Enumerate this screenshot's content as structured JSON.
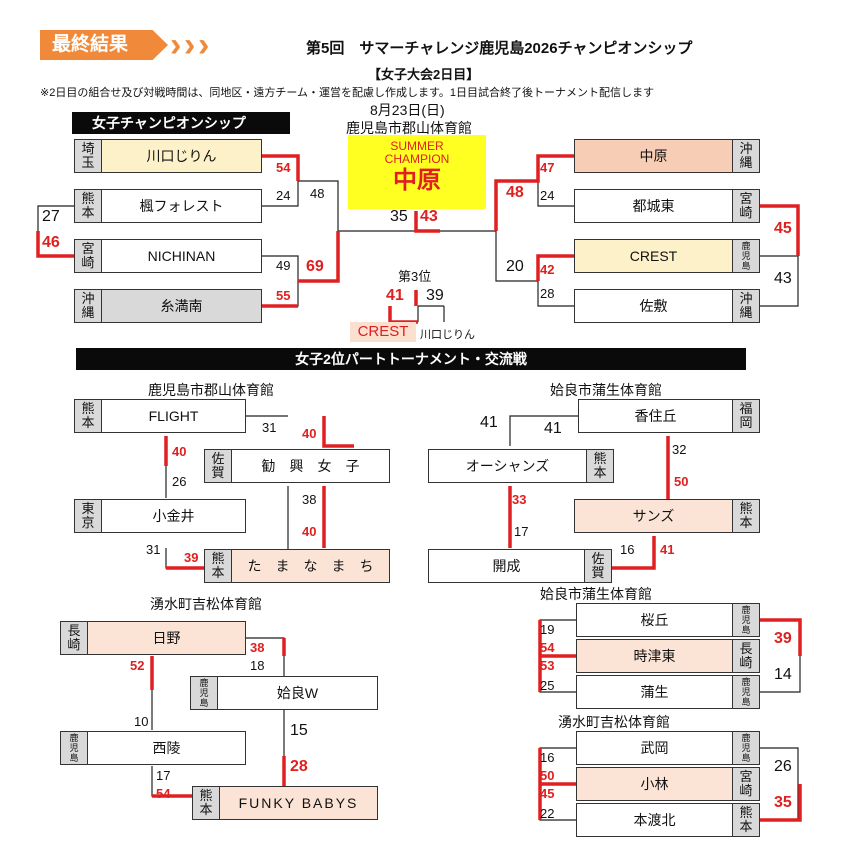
{
  "badge": "最終結果",
  "title": "第5回　サマーチャレンジ鹿児島2026チャンピオンシップ",
  "subtitle": "【女子大会2日目】",
  "notice": "※2日目の組合せ及び対戦時間は、同地区・遠方チーム・運営を配慮し作成します。1日目試合終了後トーナメント配信します",
  "date": "8月23日(日)",
  "venue_main": "鹿児島市郡山体育館",
  "section1": "女子チャンピオンシップ",
  "section2": "女子2位パートトーナメント・交流戦",
  "champion": {
    "label1": "SUMMER",
    "label2": "CHAMPION",
    "team": "中原"
  },
  "final_scores": {
    "left": "35",
    "right": "43"
  },
  "third_place": {
    "label": "第3位",
    "left_score": "41",
    "right_score": "39",
    "winner": "CREST",
    "loser": "川口じりん"
  },
  "left_bracket": {
    "teams": [
      {
        "pref": "埼玉",
        "name": "川口じりん"
      },
      {
        "pref": "熊本",
        "name": "楓フォレスト"
      },
      {
        "pref": "宮崎",
        "name": "NICHINAN"
      },
      {
        "pref": "沖縄",
        "name": "糸満南"
      }
    ],
    "scores": [
      "54",
      "24",
      "48",
      "27",
      "46",
      "49",
      "69",
      "55"
    ]
  },
  "right_bracket": {
    "teams": [
      {
        "pref": "沖縄",
        "name": "中原"
      },
      {
        "pref": "宮崎",
        "name": "都城東"
      },
      {
        "pref": "鹿児島",
        "name": "CREST"
      },
      {
        "pref": "沖縄",
        "name": "佐敷"
      }
    ],
    "scores": [
      "47",
      "48",
      "24",
      "45",
      "42",
      "20",
      "28",
      "43"
    ]
  },
  "venue_a": "鹿児島市郡山体育館",
  "bracket_a": {
    "teams": [
      {
        "pref": "熊本",
        "name": "FLIGHT"
      },
      {
        "pref": "佐賀",
        "name": "勧　興　女　子"
      },
      {
        "pref": "東京",
        "name": "小金井"
      },
      {
        "pref": "熊本",
        "name": "た　ま　な　ま　ち"
      }
    ],
    "scores": [
      "31",
      "40",
      "40",
      "26",
      "38",
      "40",
      "31",
      "39"
    ]
  },
  "venue_b": "姶良市蒲生体育館",
  "bracket_b": {
    "teams": [
      {
        "pref": "福岡",
        "name": "香住丘"
      },
      {
        "pref": "熊本",
        "name": "オーシャンズ"
      },
      {
        "pref": "熊本",
        "name": "サンズ"
      },
      {
        "pref": "佐賀",
        "name": "開成"
      }
    ],
    "scores": [
      "41",
      "41",
      "32",
      "50",
      "33",
      "17",
      "16",
      "41"
    ]
  },
  "venue_c": "湧水町吉松体育館",
  "bracket_c": {
    "teams": [
      {
        "pref": "長崎",
        "name": "日野"
      },
      {
        "pref": "鹿児島",
        "name": "姶良W"
      },
      {
        "pref": "鹿児島",
        "name": "西陵"
      },
      {
        "pref": "熊本",
        "name": "FUNKY BABYS"
      }
    ],
    "scores": [
      "52",
      "38",
      "18",
      "15",
      "10",
      "28",
      "17",
      "54"
    ]
  },
  "venue_d": "姶良市蒲生体育館",
  "bracket_d": {
    "teams": [
      {
        "pref": "鹿児島",
        "name": "桜丘"
      },
      {
        "pref": "長崎",
        "name": "時津東"
      },
      {
        "pref": "鹿児島",
        "name": "蒲生"
      }
    ],
    "scores": [
      "19",
      "54",
      "53",
      "25",
      "39",
      "14"
    ]
  },
  "venue_e": "湧水町吉松体育館",
  "bracket_e": {
    "teams": [
      {
        "pref": "鹿児島",
        "name": "武岡"
      },
      {
        "pref": "宮崎",
        "name": "小林"
      },
      {
        "pref": "熊本",
        "name": "本渡北"
      }
    ],
    "scores": [
      "16",
      "50",
      "45",
      "22",
      "26",
      "35"
    ]
  }
}
